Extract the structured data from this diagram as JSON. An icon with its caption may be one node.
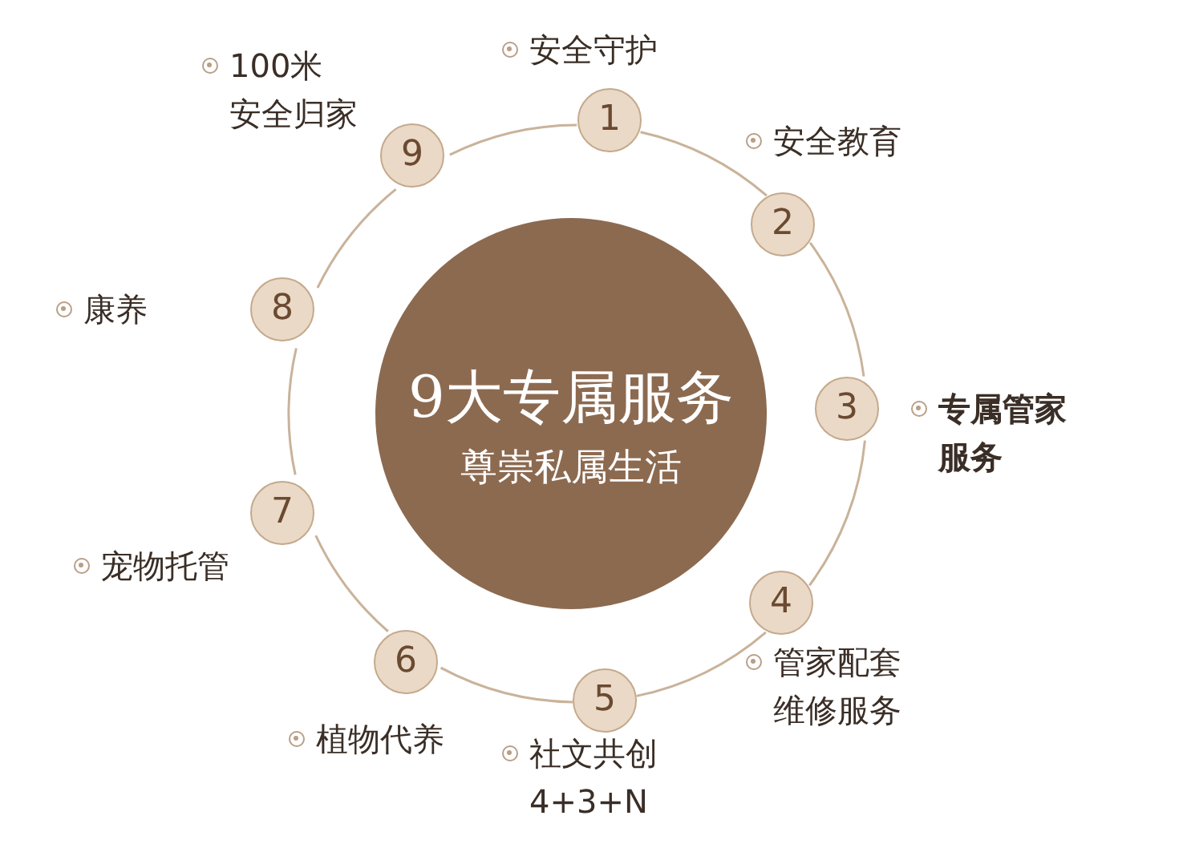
{
  "diagram": {
    "nodes": [
      {
        "text": [
          "9大专属服务",
          "尊崇私属生活"
        ]
      },
      {
        "text": [
          "1"
        ],
        "beside": [
          "安全守护"
        ]
      },
      {
        "text": [
          "2"
        ],
        "beside": [
          "安全教育"
        ]
      },
      {
        "text": [
          "3"
        ],
        "beside": [
          "专属管家服务"
        ]
      },
      {
        "text": [
          "4"
        ],
        "beside": [
          "管家配套维修服务"
        ]
      },
      {
        "text": [
          "5"
        ],
        "beside": [
          "社文共创4+3+N"
        ]
      },
      {
        "text": [
          "6"
        ],
        "beside": [
          "植物代养"
        ]
      },
      {
        "text": [
          "7"
        ],
        "beside": [
          "宠物托管"
        ]
      },
      {
        "text": [
          "8"
        ],
        "beside": [
          "康养"
        ]
      },
      {
        "text": [
          "9"
        ],
        "beside": [
          "100米安全归家"
        ]
      }
    ],
    "edges": [
      {
        "from": 1,
        "to": 2,
        "arrow": "none"
      },
      {
        "from": 2,
        "to": 3,
        "arrow": "none"
      },
      {
        "from": 3,
        "to": 4,
        "arrow": "none"
      },
      {
        "from": 4,
        "to": 5,
        "arrow": "none"
      },
      {
        "from": 5,
        "to": 6,
        "arrow": "none"
      },
      {
        "from": 6,
        "to": 7,
        "arrow": "none"
      },
      {
        "from": 7,
        "to": 8,
        "arrow": "none"
      },
      {
        "from": 8,
        "to": 9,
        "arrow": "none"
      },
      {
        "from": 9,
        "to": 1,
        "arrow": "none"
      }
    ]
  }
}
